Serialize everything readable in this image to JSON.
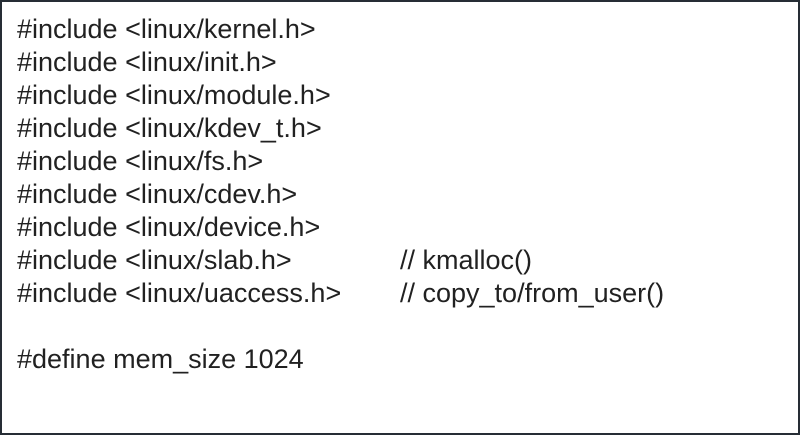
{
  "colors": {
    "bg": "#ffffff",
    "border-color": "#262d35",
    "text-color": "#212121"
  },
  "code": {
    "language": "c",
    "lines": [
      {
        "code": "#include <linux/kernel.h>",
        "comment": ""
      },
      {
        "code": "#include <linux/init.h>",
        "comment": ""
      },
      {
        "code": "#include <linux/module.h>",
        "comment": ""
      },
      {
        "code": "#include <linux/kdev_t.h>",
        "comment": ""
      },
      {
        "code": "#include <linux/fs.h>",
        "comment": ""
      },
      {
        "code": "#include <linux/cdev.h>",
        "comment": ""
      },
      {
        "code": "#include <linux/device.h>",
        "comment": ""
      },
      {
        "code": "#include <linux/slab.h>",
        "comment": "// kmalloc()"
      },
      {
        "code": "#include <linux/uaccess.h>",
        "comment": "// copy_to/from_user()"
      },
      {
        "code": "",
        "comment": ""
      },
      {
        "code": "#define mem_size 1024",
        "comment": ""
      }
    ]
  }
}
